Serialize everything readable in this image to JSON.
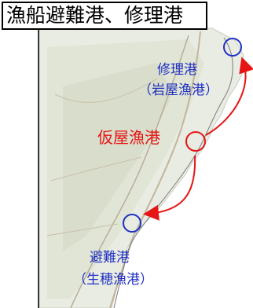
{
  "title": "漁船避難港、修理港",
  "labels": {
    "repair_port": "修理港",
    "repair_port_name": "（岩屋漁港）",
    "current_port": "仮屋漁港",
    "shelter_port": "避難港",
    "shelter_port_name": "（生穂漁港）"
  },
  "colors": {
    "port_marker": "#1f2fc4",
    "current_marker": "#e61414",
    "arrow": "#e61414",
    "sea": "#ffffff",
    "land": "#e9ece3"
  }
}
